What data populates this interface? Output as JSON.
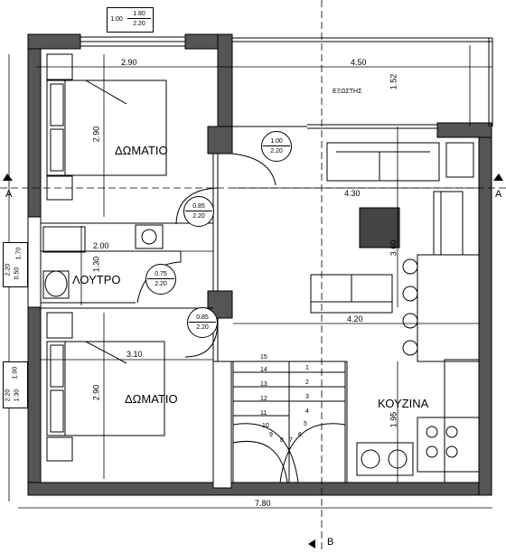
{
  "rooms": {
    "bedroom_top": "ΔΩΜΑΤΙΟ",
    "bedroom_bottom": "ΔΩΜΑΤΙΟ",
    "bathroom": "ΛΟΥΤΡΟ",
    "kitchen": "ΚΟΥΖΙΝΑ",
    "veranda": "ΕΞΩΣΤΗΣ"
  },
  "dimensions": {
    "top_left": "2.90",
    "top_right": "4.50",
    "right_vertical": "1.52",
    "living_width": "4.30",
    "living_height": "3.60",
    "lower_width": "4.20",
    "kitchen_height": "1.95",
    "bedroom_top_height": "2.90",
    "bath_height": "1.30",
    "bath_width": "2.00",
    "bedroom_bottom_width": "3.10",
    "bedroom_bottom_height": "2.90",
    "total_width": "7.80"
  },
  "window_tags": {
    "top": {
      "left": "1.00",
      "num": "1.80",
      "den": "2.20"
    },
    "left_upper": {
      "a": "1.70",
      "b": "2.20",
      "c": "0.50"
    },
    "left_lower": {
      "a": "1.00",
      "b": "2.20",
      "c": "1.30"
    }
  },
  "door_tags": [
    {
      "num": "1.00",
      "den": "2.20"
    },
    {
      "num": "0.85",
      "den": "2.20"
    },
    {
      "num": "0.75",
      "den": "2.20"
    },
    {
      "num": "0.85",
      "den": "2.20"
    }
  ],
  "section_marks": {
    "left": "A",
    "right": "A",
    "bottom": "B"
  },
  "stair_numbers": [
    "1",
    "2",
    "3",
    "4",
    "5",
    "6",
    "7",
    "8",
    "9",
    "10",
    "11",
    "12",
    "13",
    "14",
    "15"
  ]
}
